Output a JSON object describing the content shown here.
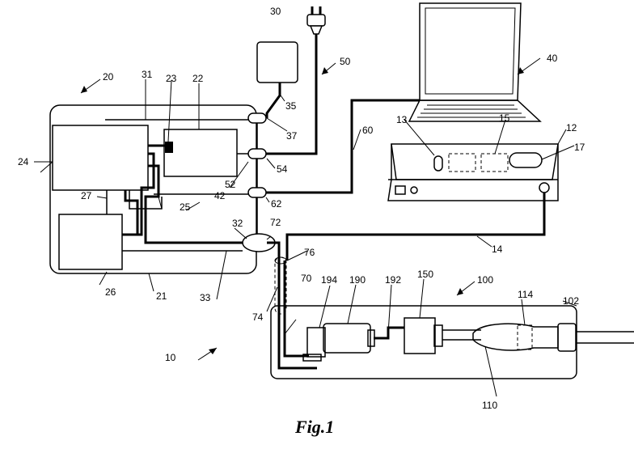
{
  "figure": {
    "caption": "Fig.1",
    "labels": {
      "l10": "10",
      "l12": "12",
      "l13": "13",
      "l14": "14",
      "l15": "15",
      "l17": "17",
      "l20": "20",
      "l21": "21",
      "l22": "22",
      "l23": "23",
      "l24": "24",
      "l25": "25",
      "l26": "26",
      "l27": "27",
      "l30": "30",
      "l31": "31",
      "l32": "32",
      "l33": "33",
      "l35": "35",
      "l37": "37",
      "l40": "40",
      "l42": "42",
      "l50": "50",
      "l52": "52",
      "l54": "54",
      "l60": "60",
      "l62": "62",
      "l70": "70",
      "l72": "72",
      "l74": "74",
      "l76": "76",
      "l100": "100",
      "l102": "102",
      "l110": "110",
      "l114": "114",
      "l150": "150",
      "l190": "190",
      "l192": "192",
      "l194": "194"
    }
  }
}
